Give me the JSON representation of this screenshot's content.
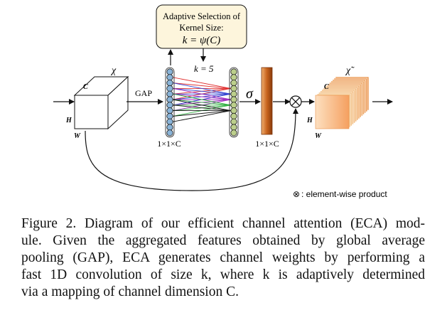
{
  "diagram": {
    "selection_box": {
      "line1": "Adaptive Selection of",
      "line2": "Kernel Size:",
      "formula": "k = ψ(C)"
    },
    "k_label": "k = 5",
    "input_label": "χ",
    "output_label": "χ̃",
    "c_label": "C",
    "h_label": "H",
    "w_label": "W",
    "gap_label": "GAP",
    "sigma_label": "σ",
    "vector_dim_1": "1×1×C",
    "vector_dim_2": "1×1×C",
    "multiply_symbol": "⊗",
    "legend_text": ": element-wise product",
    "colors": {
      "circle_fill_1": "#8ab4d8",
      "circle_fill_2": "#bccf8c",
      "sigma_bar": "#c8641e",
      "box_fill": "#fdf5dc",
      "output_cube": "#f5a060"
    }
  },
  "caption": {
    "line1": "Figure 2. Diagram of our efficient channel attention (ECA) mod-",
    "line2": "ule.  Given the aggregated features obtained by global average",
    "line3": "pooling (GAP), ECA generates channel weights by performing a",
    "line4": "fast 1D convolution of size k, where k is adaptively determined",
    "line5": "via a mapping of channel dimension C."
  }
}
